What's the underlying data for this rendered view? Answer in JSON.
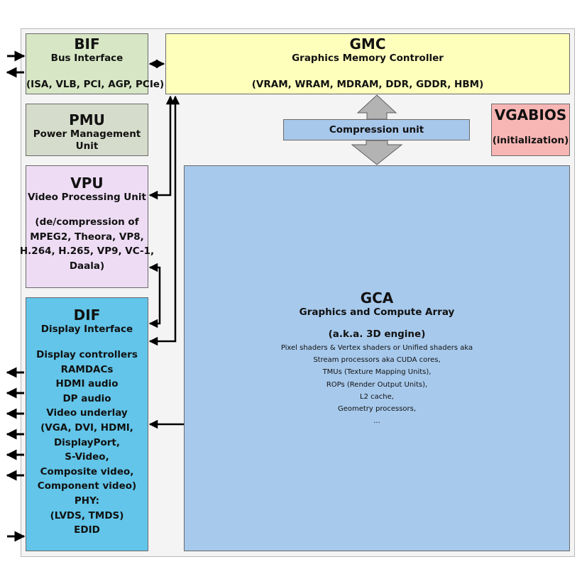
{
  "bif": {
    "title": "BIF",
    "subtitle": "Bus Interface",
    "buses": "(ISA, VLB, PCI, AGP, PCIe)"
  },
  "gmc": {
    "title": "GMC",
    "subtitle": "Graphics Memory Controller",
    "memory_types": "(VRAM, WRAM, MDRAM, DDR, GDDR, HBM)"
  },
  "pmu": {
    "title": "PMU",
    "subtitle_lines": [
      "Power Management",
      "Unit"
    ]
  },
  "vgabios": {
    "title": "VGABIOS",
    "note": "(initialization)"
  },
  "compression": {
    "label": "Compression unit"
  },
  "vpu": {
    "title": "VPU",
    "subtitle": "Video Processing Unit",
    "codec_lines": [
      "(de/compression of",
      "MPEG2, Theora, VP8,",
      "H.264, H.265, VP9, VC-1,",
      "Daala)"
    ]
  },
  "dif": {
    "title": "DIF",
    "subtitle": "Display Interface",
    "lines": [
      "Display controllers",
      "RAMDACs",
      "HDMI audio",
      "DP audio",
      "Video underlay",
      "(VGA, DVI, HDMI,",
      "DisplayPort,",
      "S-Video,",
      "Composite video,",
      "Component video)",
      "PHY:",
      "(LVDS, TMDS)",
      "EDID"
    ]
  },
  "gca": {
    "title": "GCA",
    "subtitle": "Graphics and Compute Array",
    "aka": "(a.k.a. 3D engine)",
    "details": [
      "Pixel shaders & Vertex shaders or Unified shaders aka",
      "Stream processors aka CUDA cores,",
      "TMUs (Texture Mapping Units),",
      "ROPs (Render Output Units),",
      "L2 cache,",
      "Geometry processors,",
      "..."
    ]
  },
  "colors": {
    "bif": "#d7e6c4",
    "pmu": "#d6dccb",
    "vpu": "#eedcf4",
    "dif": "#62c5e9",
    "gmc": "#ffffbc",
    "vgabios": "#f7b6b4",
    "compression": "#a7c7eb",
    "gca": "#a7c9ec",
    "arrow": "#000000",
    "hollow_arrow": "#b3b3b3"
  }
}
